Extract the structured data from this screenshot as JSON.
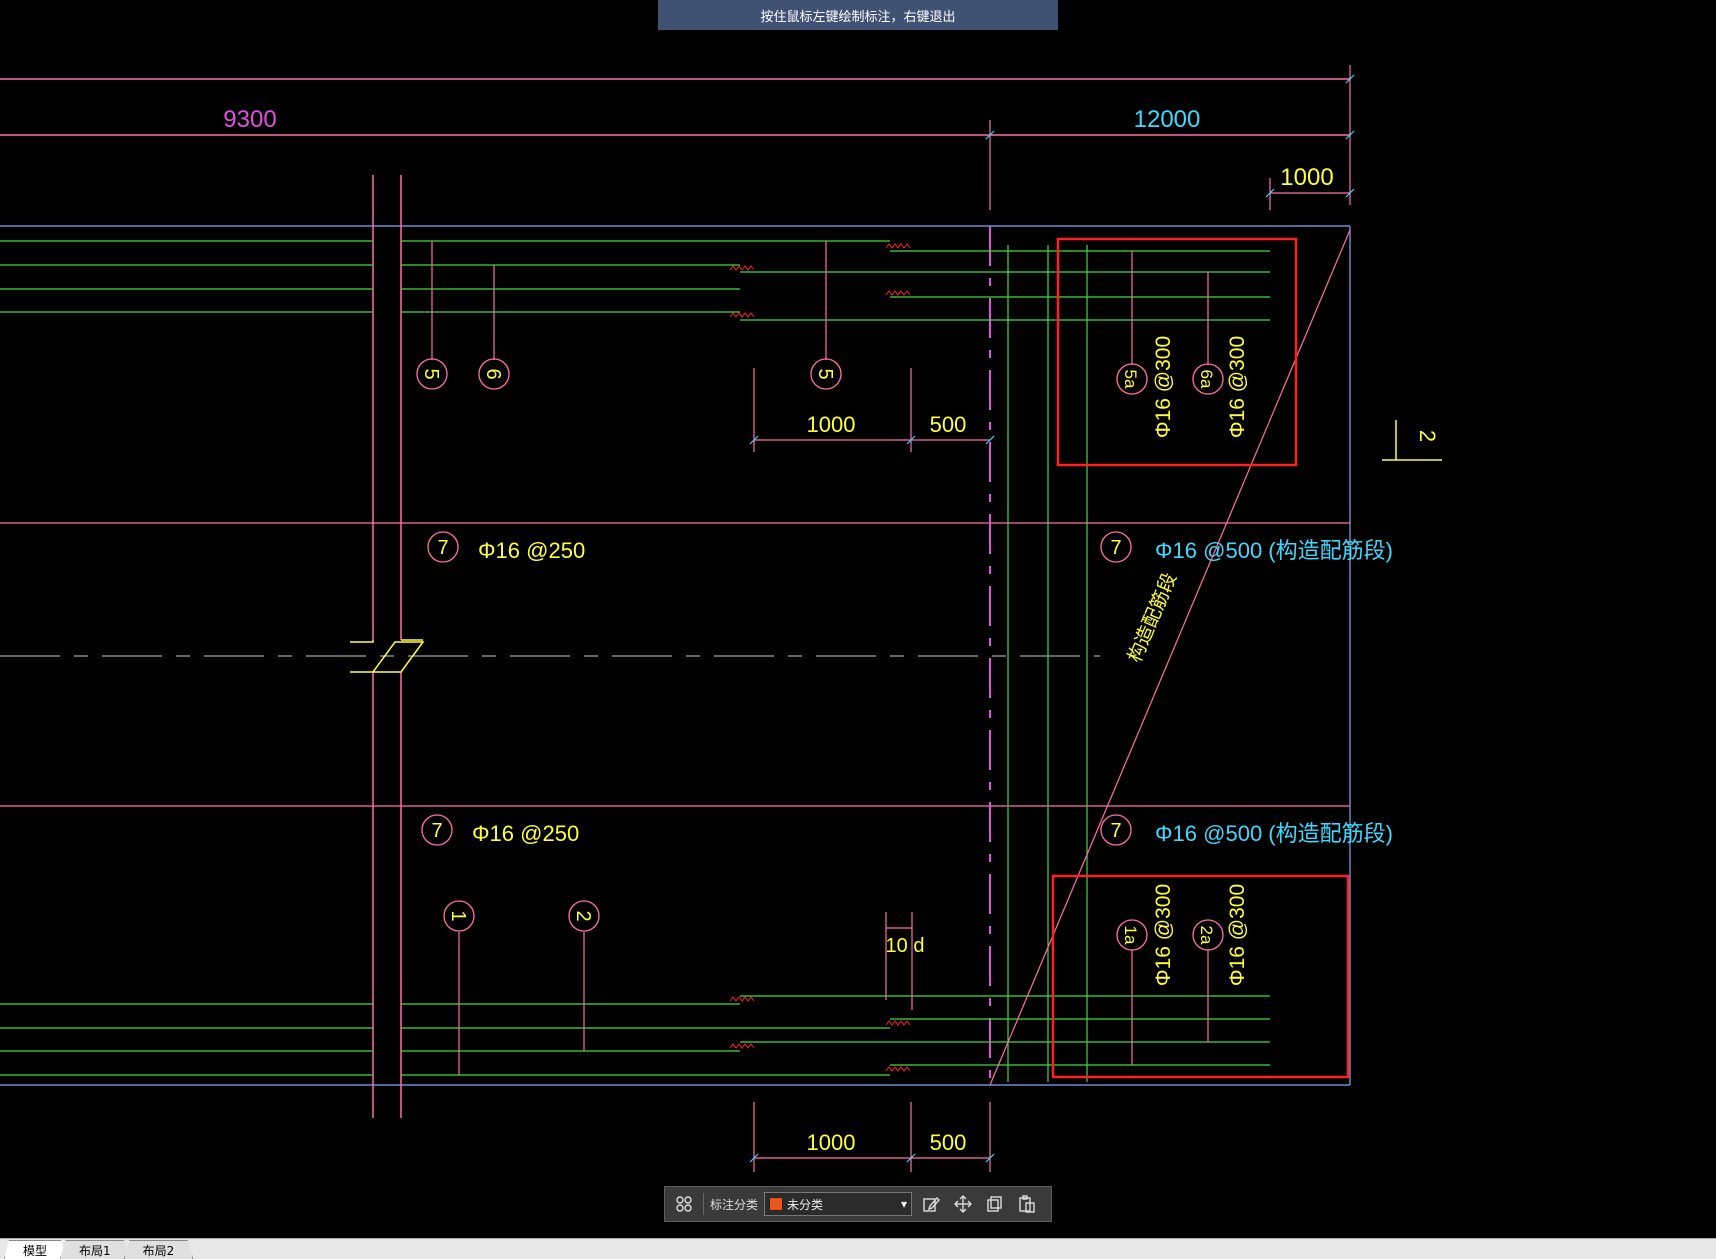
{
  "hint_text": "按住鼠标左键绘制标注，右键退出",
  "dims": {
    "d9300": "9300",
    "d12000": "12000",
    "d1000_top": "1000",
    "d1000_a": "1000",
    "d500_a": "500",
    "d1000_b": "1000",
    "d500_b": "500",
    "d10d": "10 d"
  },
  "marks": {
    "m5": "5",
    "m6": "6",
    "m5b": "5",
    "m7": "7",
    "m1": "1",
    "m2": "2",
    "m5a": "5a",
    "m6a": "6a",
    "m1a": "1a",
    "m2a": "2a"
  },
  "labels": {
    "rebar_250": "Φ16 @250",
    "rebar_500": "Φ16 @500 (构造配筋段)",
    "rebar_300": "Φ16 @300",
    "diag_text": "构造配筋段",
    "section_mark": "2"
  },
  "toolbar": {
    "category_label": "标注分类",
    "category_value": "未分类",
    "swatch_color": "#e8561b"
  },
  "tabs": [
    "模型",
    "布局1",
    "布局2"
  ],
  "colors": {
    "pink": "#ff6fa8",
    "green": "#3fdc3f",
    "yellow": "#ffff3a",
    "cyan": "#40d8ff",
    "magenta": "#e04fe0",
    "red": "#ff2020",
    "blue": "#7fa8ff"
  }
}
